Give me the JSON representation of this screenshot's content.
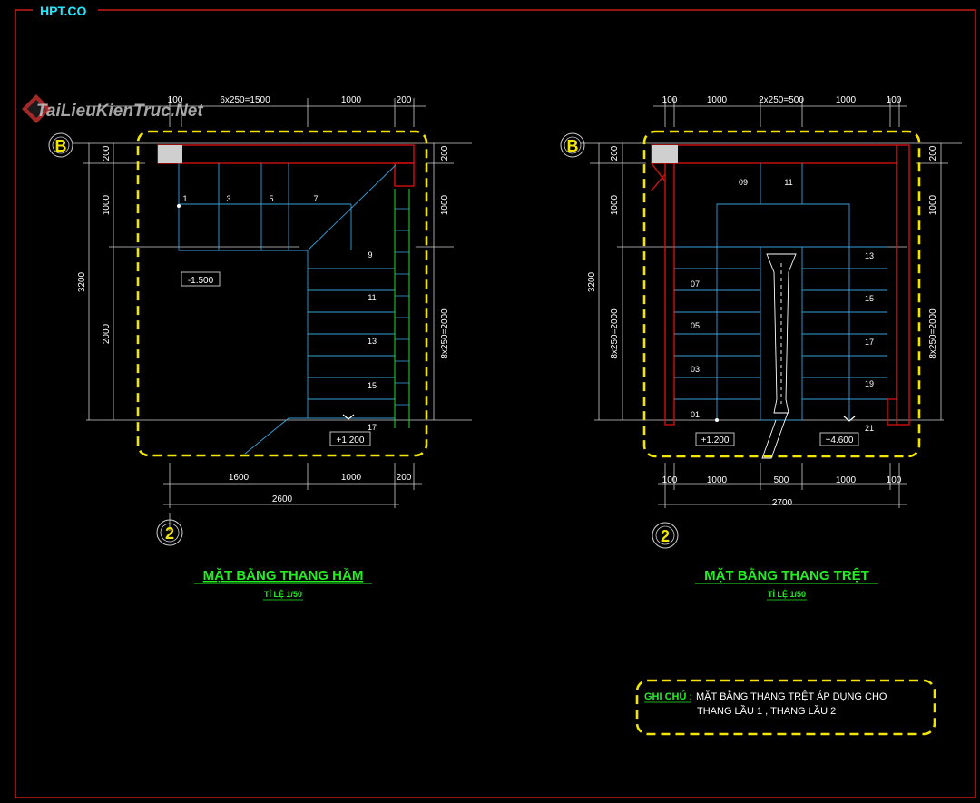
{
  "brand": {
    "hpt": "HPT.CO",
    "watermark": "TaiLieuKienTruc.Net"
  },
  "grid": {
    "b": "B",
    "two": "2"
  },
  "left": {
    "title": "MẶT BẰNG THANG HẦM",
    "scale": "TỈ LỆ 1/50",
    "dims_top": [
      "100",
      "6x250=1500",
      "1000",
      "200"
    ],
    "dims_bottom": [
      "1600",
      "1000",
      "200"
    ],
    "dim_total": "2600",
    "dims_left": [
      "200",
      "1000",
      "2000"
    ],
    "dim_left_total": "3200",
    "dims_right": [
      "200",
      "1000",
      "8x250=2000"
    ],
    "step_top": [
      "1",
      "3",
      "5",
      "7"
    ],
    "step_right": [
      "9",
      "11",
      "13",
      "15",
      "17"
    ],
    "level_low": "-1.500",
    "level_high": "+1.200"
  },
  "right": {
    "title": "MẶT BẰNG THANG TRỆT",
    "scale": "TỈ LỆ 1/50",
    "dims_top": [
      "100",
      "1000",
      "2x250=500",
      "1000",
      "100"
    ],
    "dims_bottom": [
      "100",
      "1000",
      "500",
      "1000",
      "100"
    ],
    "dim_total": "2700",
    "dims_left": [
      "200",
      "1000",
      "8x250=2000"
    ],
    "dim_left_total": "3200",
    "dims_right": [
      "200",
      "1000",
      "8x250=2000"
    ],
    "step_top": [
      "09",
      "11"
    ],
    "step_left": [
      "07",
      "05",
      "03",
      "01"
    ],
    "step_right": [
      "13",
      "15",
      "17",
      "19",
      "21"
    ],
    "level_a": "+1.200",
    "level_b": "+4.600"
  },
  "note": {
    "label": "GHI CHÚ :",
    "line1": "MẶT BẰNG THANG TRỆT ÁP DỤNG CHO",
    "line2": "THANG LẦU 1 , THANG LẦU 2"
  },
  "colors": {
    "frame": "#ff2020",
    "dim": "#d0d0d0",
    "stair": "#3aa0d8",
    "wall": "#e01010",
    "dash": "#f2e600",
    "title": "#22ee22",
    "label": "#ffffff",
    "brand": "#22e8ff"
  }
}
